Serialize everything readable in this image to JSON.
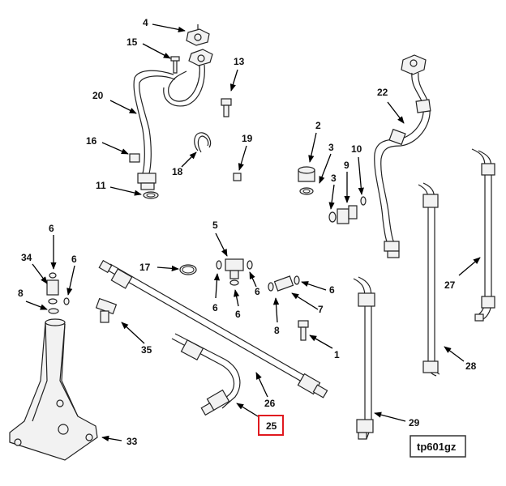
{
  "figure_id": "tp601gz",
  "highlighted_callout": "25",
  "colors": {
    "highlight": "#e0191f",
    "line": "#222222"
  },
  "callouts": [
    {
      "id": "c4",
      "text": "4"
    },
    {
      "id": "c15",
      "text": "15"
    },
    {
      "id": "c13",
      "text": "13"
    },
    {
      "id": "c20",
      "text": "20"
    },
    {
      "id": "c16",
      "text": "16"
    },
    {
      "id": "c19",
      "text": "19"
    },
    {
      "id": "c18",
      "text": "18"
    },
    {
      "id": "c11",
      "text": "11"
    },
    {
      "id": "c22",
      "text": "22"
    },
    {
      "id": "c2",
      "text": "2"
    },
    {
      "id": "c3a",
      "text": "3"
    },
    {
      "id": "c10",
      "text": "10"
    },
    {
      "id": "c3b",
      "text": "3"
    },
    {
      "id": "c9",
      "text": "9"
    },
    {
      "id": "c6a",
      "text": "6"
    },
    {
      "id": "c34",
      "text": "34"
    },
    {
      "id": "c6b",
      "text": "6"
    },
    {
      "id": "c8a",
      "text": "8"
    },
    {
      "id": "c5",
      "text": "5"
    },
    {
      "id": "c17",
      "text": "17"
    },
    {
      "id": "c6c",
      "text": "6"
    },
    {
      "id": "c6d",
      "text": "6"
    },
    {
      "id": "c6e",
      "text": "6"
    },
    {
      "id": "c6f",
      "text": "6"
    },
    {
      "id": "c7",
      "text": "7"
    },
    {
      "id": "c8b",
      "text": "8"
    },
    {
      "id": "c35",
      "text": "35"
    },
    {
      "id": "c1",
      "text": "1"
    },
    {
      "id": "c26",
      "text": "26"
    },
    {
      "id": "c25",
      "text": "25"
    },
    {
      "id": "c33",
      "text": "33"
    },
    {
      "id": "c29",
      "text": "29"
    },
    {
      "id": "c27",
      "text": "27"
    },
    {
      "id": "c28",
      "text": "28"
    }
  ]
}
